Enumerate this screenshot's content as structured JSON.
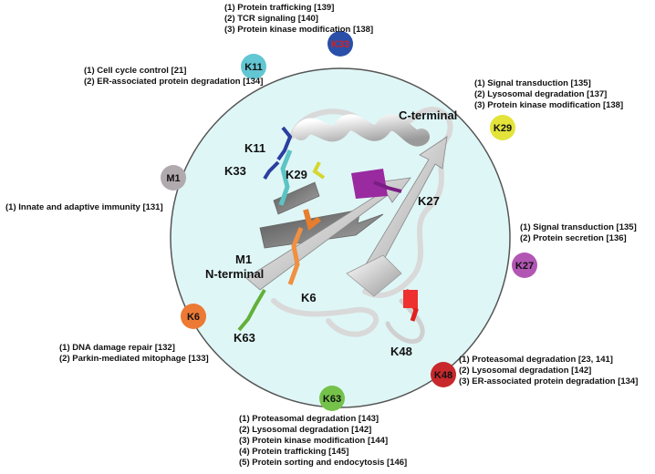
{
  "diagram": {
    "terminal_labels": {
      "c_terminal": "C-terminal",
      "n_terminal": "N-terminal"
    },
    "residue_labels": {
      "k11": "K11",
      "k33": "K33",
      "k29": "K29",
      "k27": "K27",
      "m1": "M1",
      "k6": "K6",
      "k63": "K63",
      "k48": "K48"
    },
    "badges": [
      {
        "id": "k33",
        "label": "K33",
        "color": "#2a4fa8",
        "text_color": "#d62020"
      },
      {
        "id": "k11",
        "label": "K11",
        "color": "#62c6d3",
        "text_color": "#111111"
      },
      {
        "id": "k29",
        "label": "K29",
        "color": "#e3e33a",
        "text_color": "#111111"
      },
      {
        "id": "m1",
        "label": "M1",
        "color": "#b0a9ae",
        "text_color": "#111111"
      },
      {
        "id": "k27",
        "label": "K27",
        "color": "#b256b4",
        "text_color": "#111111"
      },
      {
        "id": "k6",
        "label": "K6",
        "color": "#ec7a34",
        "text_color": "#111111"
      },
      {
        "id": "k48",
        "label": "K48",
        "color": "#c8282c",
        "text_color": "#111111"
      },
      {
        "id": "k63",
        "label": "K63",
        "color": "#74c24a",
        "text_color": "#111111"
      }
    ],
    "functions": {
      "k33": [
        "(1) Protein trafficking [139]",
        "(2) TCR signaling [140]",
        "(3) Protein kinase modification [138]"
      ],
      "k11": [
        "(1) Cell cycle control [21]",
        "(2) ER-associated protein degradation [134]"
      ],
      "k29": [
        "(1) Signal transduction [135]",
        "(2) Lysosomal degradation [137]",
        "(3) Protein kinase modification [138]"
      ],
      "m1": [
        "(1) Innate and adaptive immunity [131]"
      ],
      "k27": [
        "(1) Signal transduction [135]",
        "(2) Protein secretion [136]"
      ],
      "k6": [
        "(1) DNA damage repair [132]",
        "(2) Parkin-mediated mitophage [133]"
      ],
      "k48": [
        "(1) Proteasomal degradation [23, 141]",
        "(2) Lysosomal degradation [142]",
        "(3) ER-associated protein degradation [134]"
      ],
      "k63": [
        "(1) Proteasomal degradation [143]",
        "(2) Lysosomal degradation [142]",
        "(3) Protein kinase modification [144]",
        "(4) Protein trafficking [145]",
        "(5) Protein sorting and endocytosis [146]"
      ]
    },
    "colors": {
      "circle_fill": "#dff6f6",
      "circle_stroke": "#555555",
      "ribbon": "#ececec",
      "ribbon_dark": "#7a7a7a"
    }
  }
}
